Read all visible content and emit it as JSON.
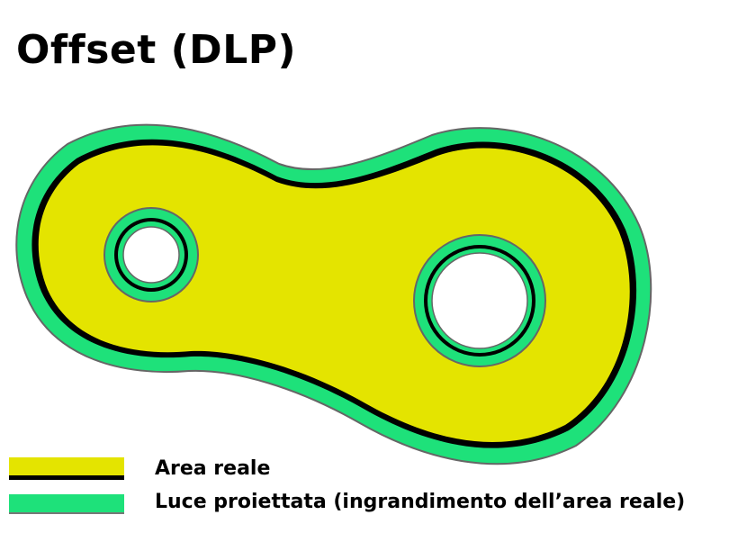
{
  "title": "Offset (DLP)",
  "colors": {
    "real_area": "#e4e400",
    "projected_light": "#1ee17a",
    "outline": "#000000"
  },
  "legend": {
    "real_area_label": "Area reale",
    "projected_light_label": "Luce proiettata (ingrandimento dell’area reale)"
  }
}
